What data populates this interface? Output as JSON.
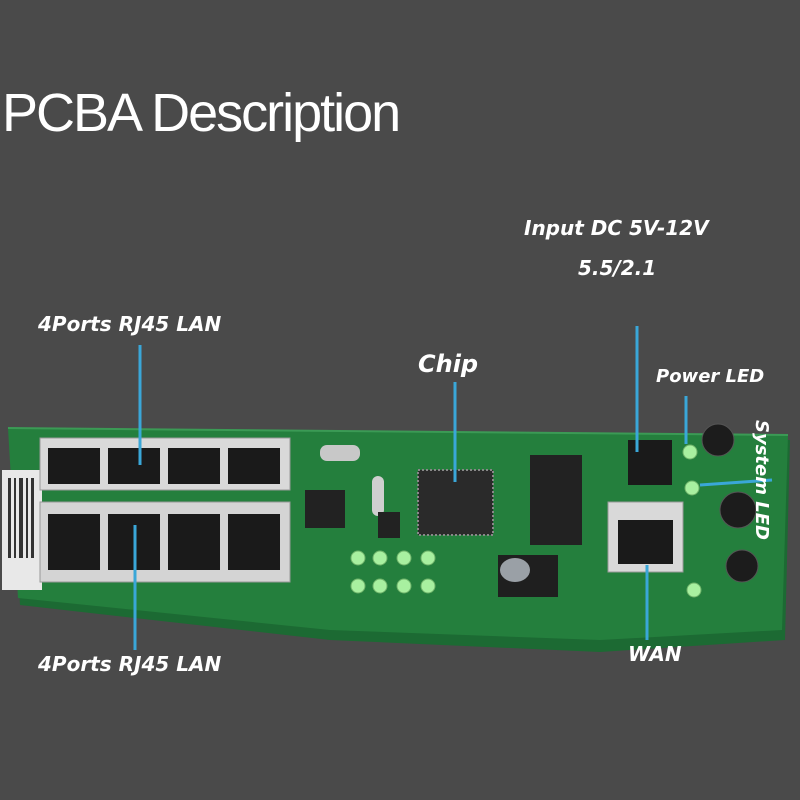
{
  "title": "PCBA Description",
  "labels": {
    "lan_top": "4Ports RJ45 LAN",
    "lan_bottom": "4Ports RJ45 LAN",
    "chip": "Chip",
    "input_dc_line1": "Input DC 5V-12V",
    "input_dc_line2": "5.5/2.1",
    "power_led": "Power LED",
    "system_led": "System LED",
    "wan": "WAN"
  },
  "colors": {
    "background": "#4a4a4a",
    "board": "#1f7a3a",
    "pointer": "#3aa7d8",
    "led": "#a8f0a0"
  }
}
